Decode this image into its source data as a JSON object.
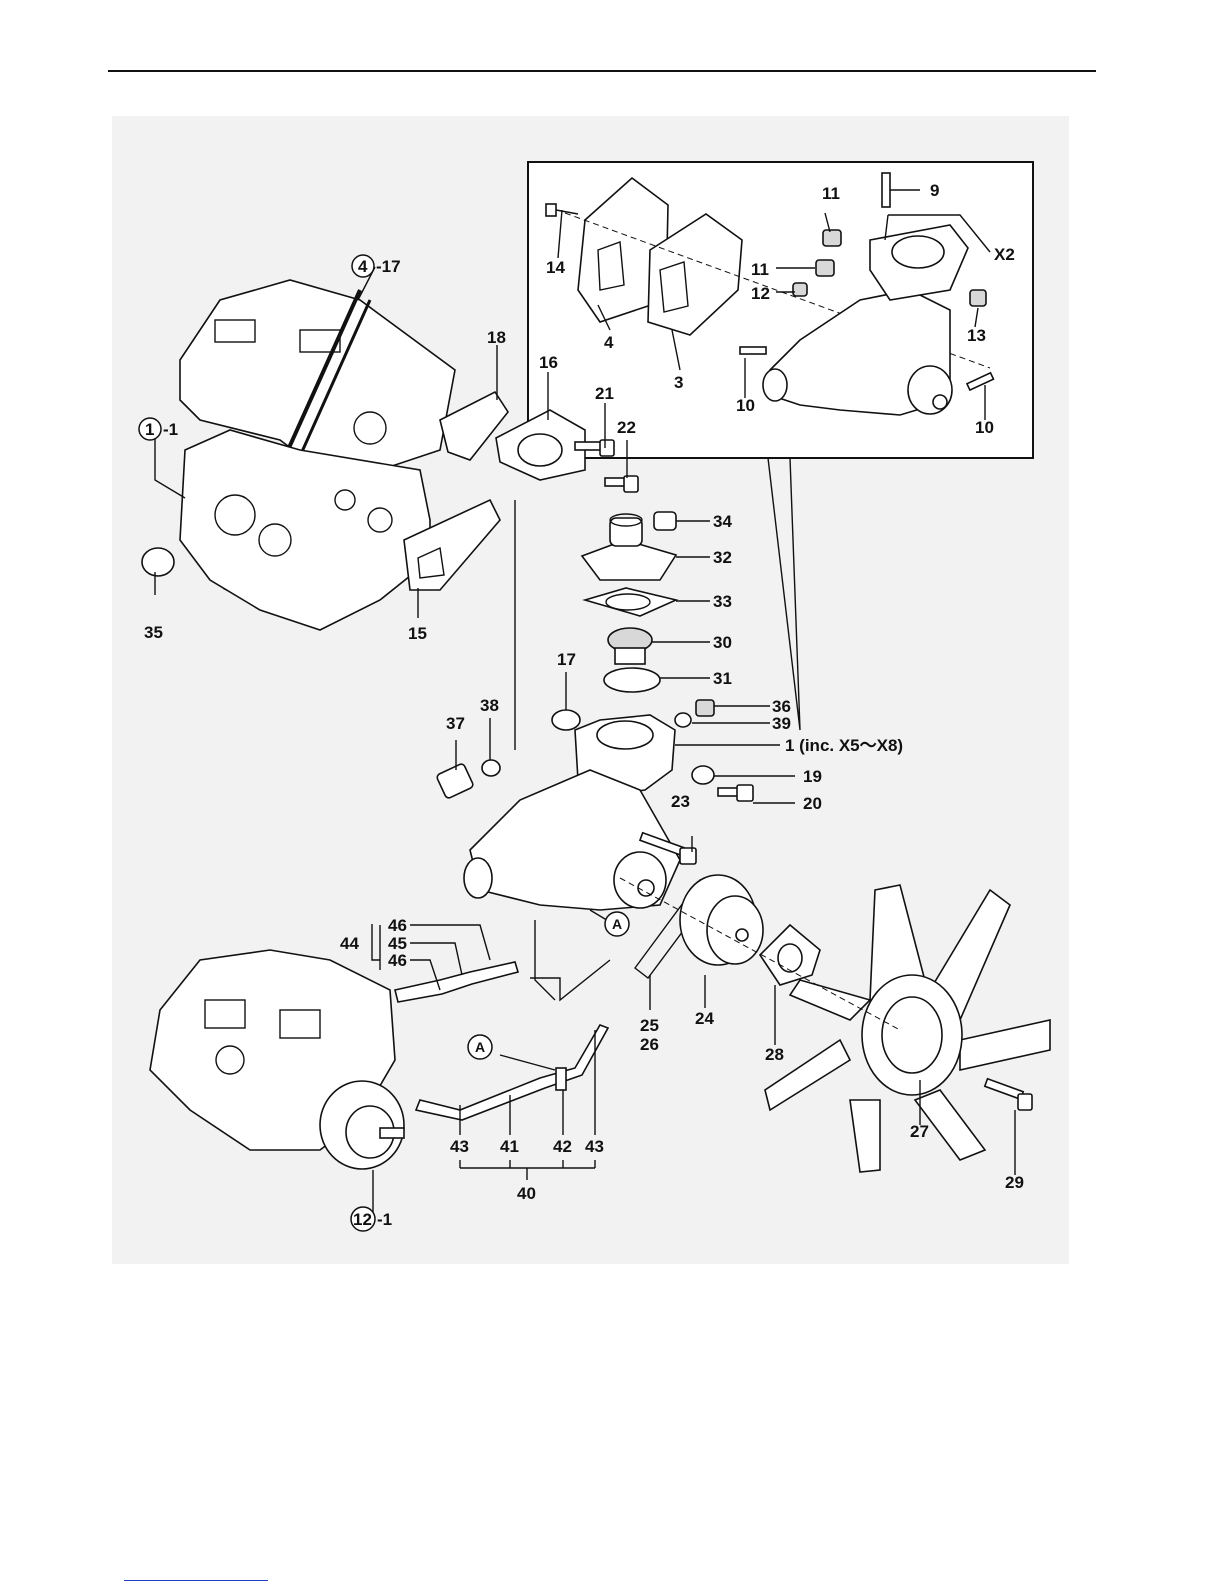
{
  "labels": {
    "l1": "1",
    "l1_suffix": "-1",
    "l3": "3",
    "l4": "4",
    "l9": "9",
    "l10a": "10",
    "l10b": "10",
    "l11a": "11",
    "l11b": "11",
    "l12": "12",
    "l13": "13",
    "l14": "14",
    "x2": "X2",
    "l4c": "4",
    "l4c_suffix": "-17",
    "l15": "15",
    "l16": "16",
    "l17": "17",
    "l18": "18",
    "l19": "19",
    "l20": "20",
    "l21": "21",
    "l22": "22",
    "l23": "23",
    "l24": "24",
    "l25": "25",
    "l26": "26",
    "l27": "27",
    "l28": "28",
    "l29": "29",
    "l30": "30",
    "l31": "31",
    "l32": "32",
    "l33": "33",
    "l34": "34",
    "l35": "35",
    "l36": "36",
    "l37": "37",
    "l38": "38",
    "l39": "39",
    "l40": "40",
    "l41": "41",
    "l42": "42",
    "l43a": "43",
    "l43b": "43",
    "l44": "44",
    "l45": "45",
    "l46a": "46",
    "l46b": "46",
    "l12c": "12",
    "l12c_suffix": "-1",
    "assembly": "1 (inc. X5～X8)",
    "ref_a1": "A",
    "ref_a2": "A"
  },
  "colors": {
    "line": "#111111",
    "panel": "#f2f2f2",
    "footer_link": "#1f3fbf"
  }
}
